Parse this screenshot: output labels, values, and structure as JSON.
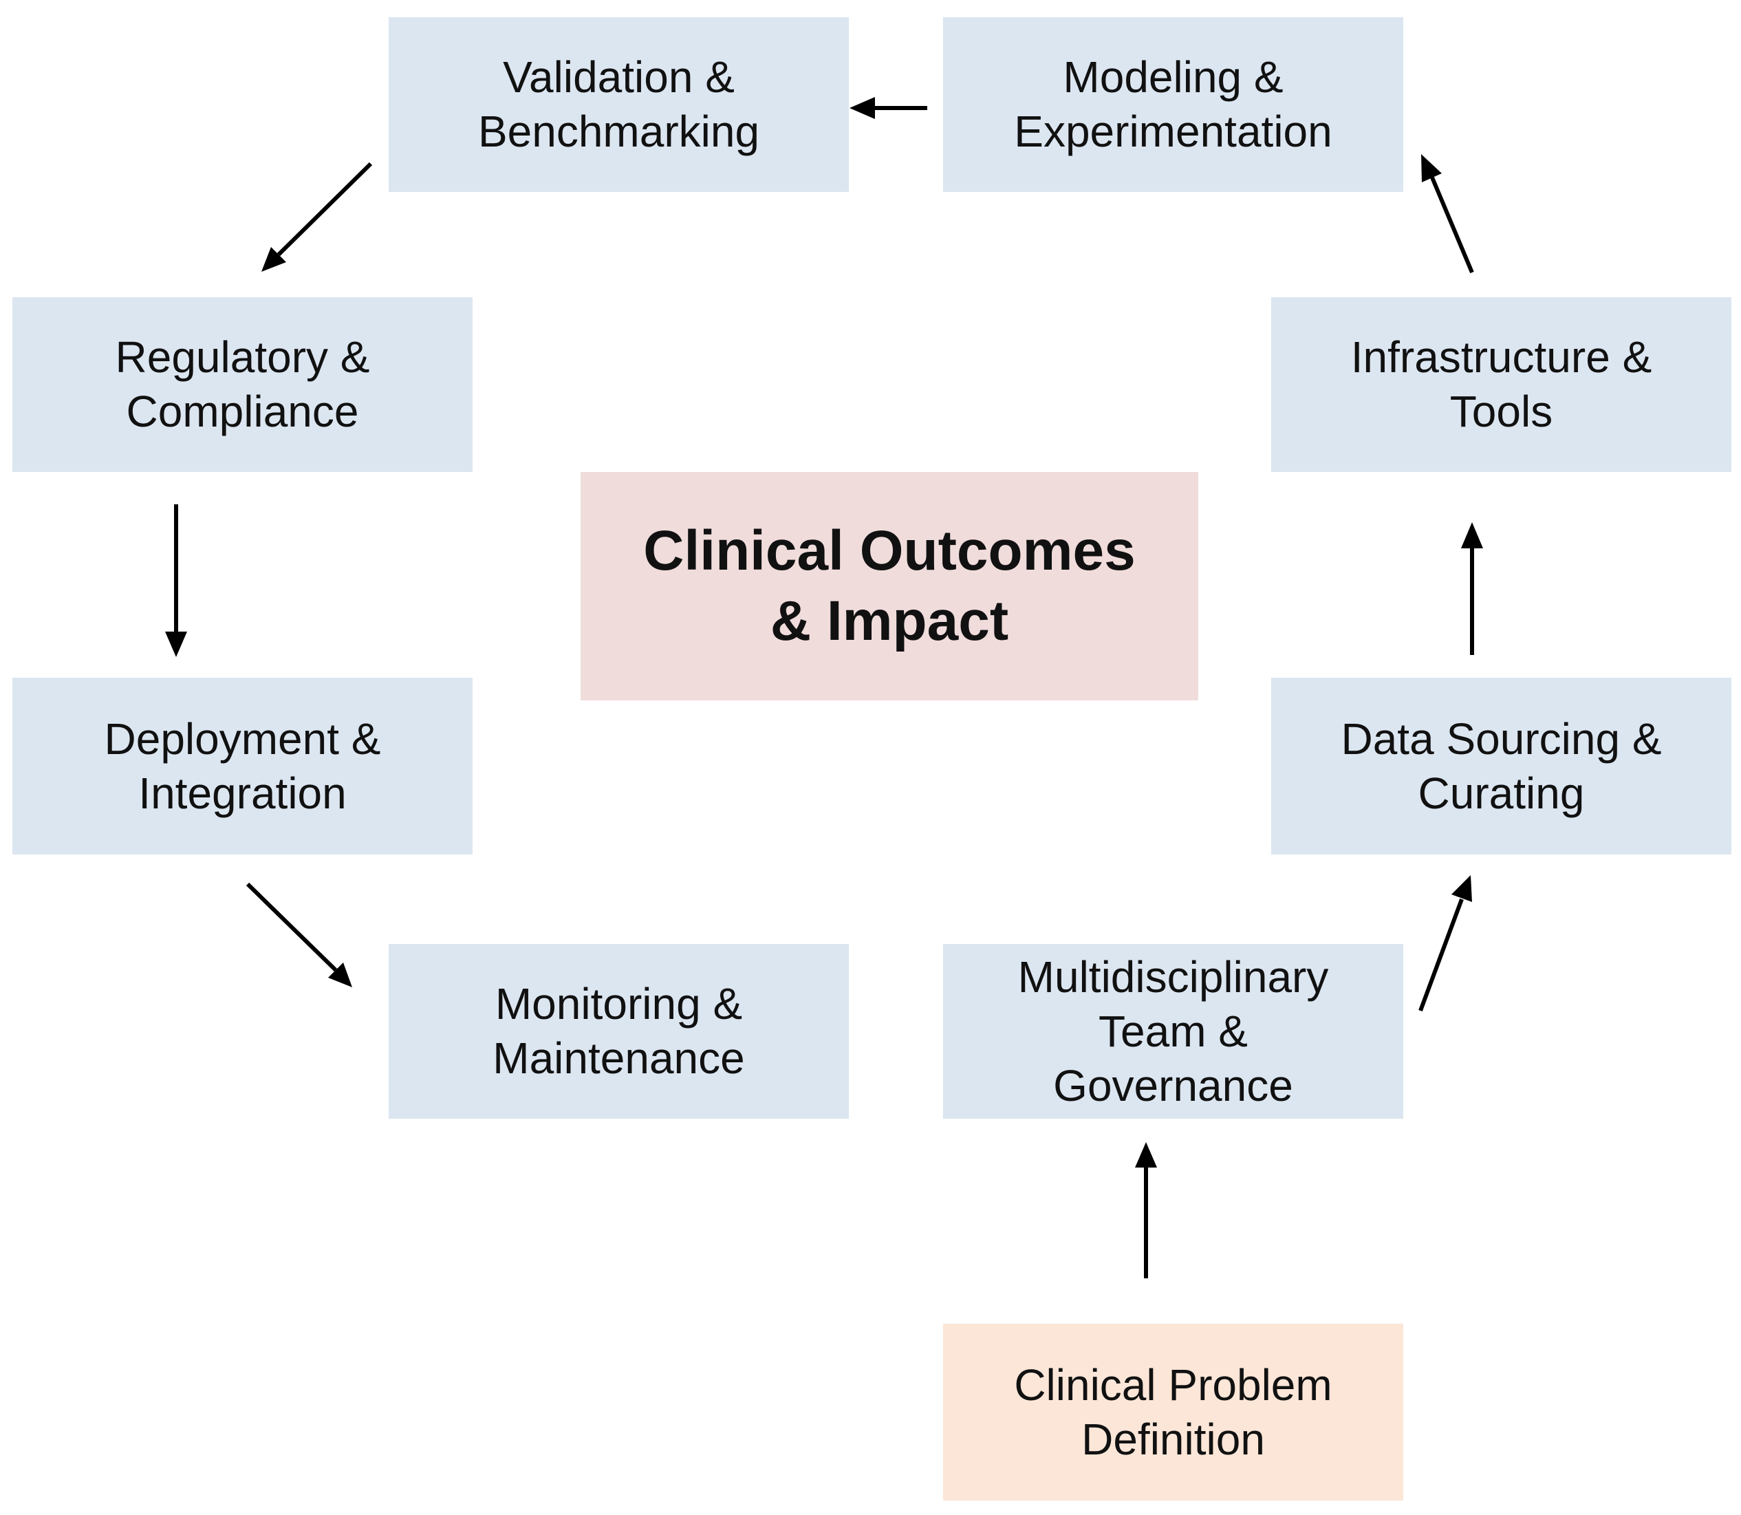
{
  "center": {
    "line1": "Clinical Outcomes",
    "line2": "& Impact"
  },
  "stages": {
    "validation": {
      "line1": "Validation &",
      "line2": "Benchmarking"
    },
    "modeling": {
      "line1": "Modeling &",
      "line2": "Experimentation"
    },
    "regulatory": {
      "line1": "Regulatory &",
      "line2": "Compliance"
    },
    "infrastructure": {
      "line1": "Infrastructure &",
      "line2": "Tools"
    },
    "deployment": {
      "line1": "Deployment &",
      "line2": "Integration"
    },
    "data_sourcing": {
      "line1": "Data Sourcing &",
      "line2": "Curating"
    },
    "monitoring": {
      "line1": "Monitoring &",
      "line2": "Maintenance"
    },
    "team": {
      "line1": "Multidisciplinary",
      "line2": "Team &",
      "line3": "Governance"
    },
    "problem": {
      "line1": "Clinical Problem",
      "line2": "Definition"
    }
  },
  "colors": {
    "stage_fill": "#dce6f1",
    "center_fill": "#f1dcdc",
    "start_fill": "#fbe6d8",
    "arrow": "#000000"
  }
}
